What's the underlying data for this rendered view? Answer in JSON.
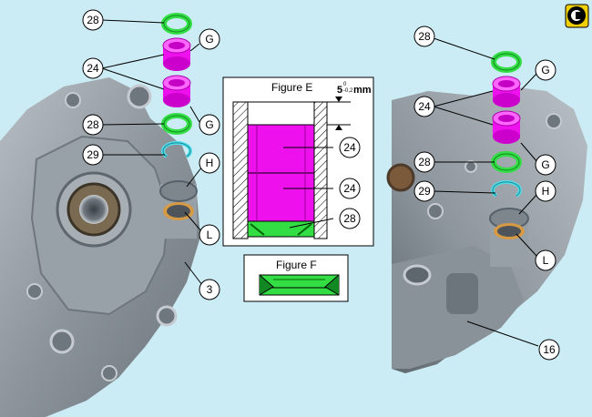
{
  "figure_e": {
    "title": "Figure E",
    "dimension_main": "5",
    "dimension_tol_upper": "0",
    "dimension_tol_lower": "-0,2",
    "dimension_unit": "mm",
    "label_bearing_upper": "24",
    "label_bearing_lower": "24",
    "label_seal": "28"
  },
  "figure_f": {
    "title": "Figure F"
  },
  "callouts_left": {
    "seal_top": "28",
    "g_top": "G",
    "bearings": "24",
    "seal_mid": "28",
    "g_mid": "G",
    "circlip": "29",
    "h": "H",
    "l": "L",
    "part3": "3"
  },
  "callouts_right": {
    "seal_top": "28",
    "g_top": "G",
    "bearings": "24",
    "seal_mid": "28",
    "g_mid": "G",
    "circlip": "29",
    "h": "H",
    "l": "L",
    "part16": "16"
  },
  "colors": {
    "background": "#ccecf5",
    "seal_green": "#33dd44",
    "bearing_magenta": "#ee11ee",
    "circlip_cyan": "#55dde8",
    "casing_gray": "#8f979e"
  }
}
